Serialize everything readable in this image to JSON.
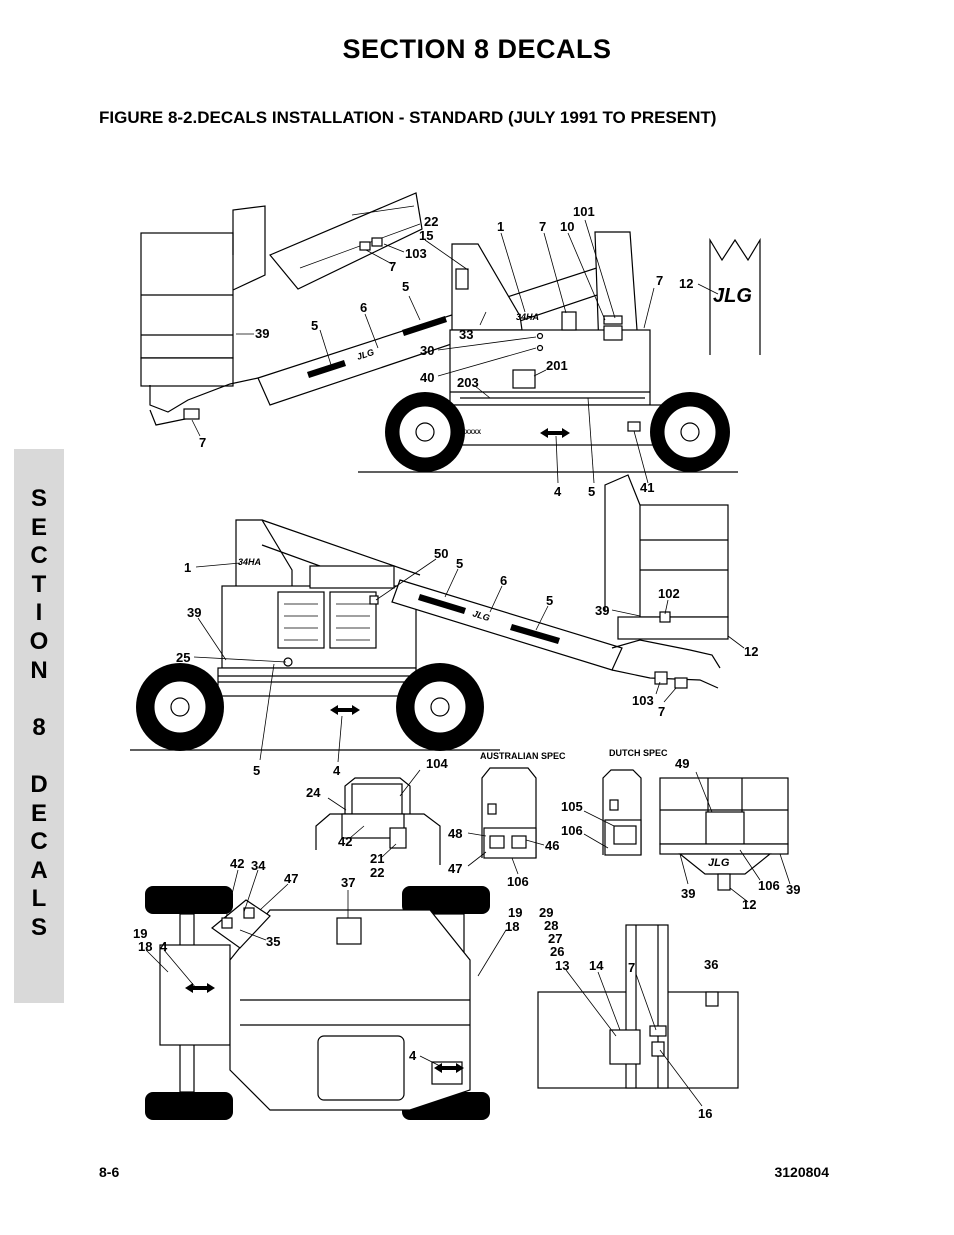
{
  "header": {
    "section_title": "SECTION 8    DECALS",
    "figure_title": "FIGURE 8-2.DECALS INSTALLATION - STANDARD (JULY 1991 TO PRESENT)"
  },
  "side_tab": {
    "letters": [
      "S",
      "E",
      "C",
      "T",
      "I",
      "O",
      "N",
      "",
      "8",
      "",
      "D",
      "E",
      "C",
      "A",
      "L",
      "S"
    ]
  },
  "footer": {
    "page_number": "8-6",
    "doc_number": "3120804"
  },
  "diagram": {
    "brand_text": "JLG",
    "model_text": "34HA",
    "serial_text": "XXXXXX",
    "notes": {
      "australian": "AUSTRALIAN SPEC",
      "dutch": "DUTCH SPEC"
    },
    "callouts": {
      "v1": [
        "22",
        "15",
        "1",
        "7",
        "10",
        "101",
        "7",
        "12",
        "103",
        "7",
        "5",
        "6",
        "5",
        "39",
        "33",
        "30",
        "40",
        "201",
        "203",
        "7",
        "4",
        "5",
        "41"
      ],
      "v2": [
        "1",
        "50",
        "5",
        "6",
        "5",
        "39",
        "39",
        "102",
        "25",
        "12",
        "103",
        "7",
        "5",
        "4"
      ],
      "v3": [
        "24",
        "104",
        "42",
        "21",
        "22",
        "48",
        "46",
        "47",
        "106",
        "105",
        "106",
        "49",
        "39",
        "106",
        "39",
        "12"
      ],
      "v4": [
        "42",
        "34",
        "47",
        "37",
        "19",
        "18",
        "19",
        "18",
        "4",
        "35",
        "4",
        "29",
        "28",
        "27",
        "26",
        "13",
        "14",
        "7",
        "36",
        "16"
      ]
    }
  }
}
